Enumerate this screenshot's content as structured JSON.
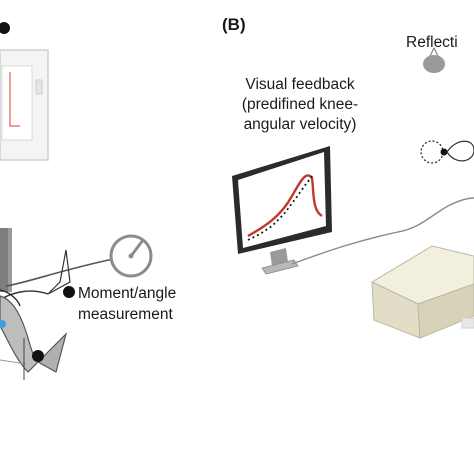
{
  "figure": {
    "panel_b_label": "(B)",
    "reflective_label": "Reflecti",
    "visual_feedback": {
      "line1": "Visual feedback",
      "line2": "(predifined knee-",
      "line3": "angular velocity)"
    },
    "measurement": {
      "line1": "Moment/angle",
      "line2": "measurement"
    }
  },
  "colors": {
    "trace_red": "#c0392b",
    "monitor_dark": "#2b2b2b",
    "device_beige": "#ede8d2",
    "limb_gray": "#b5b5b5",
    "accent_blue": "#3aa0e0"
  },
  "icons": [
    "gauge-icon",
    "reflective-marker-icon",
    "monitor-icon",
    "device-box-icon"
  ]
}
